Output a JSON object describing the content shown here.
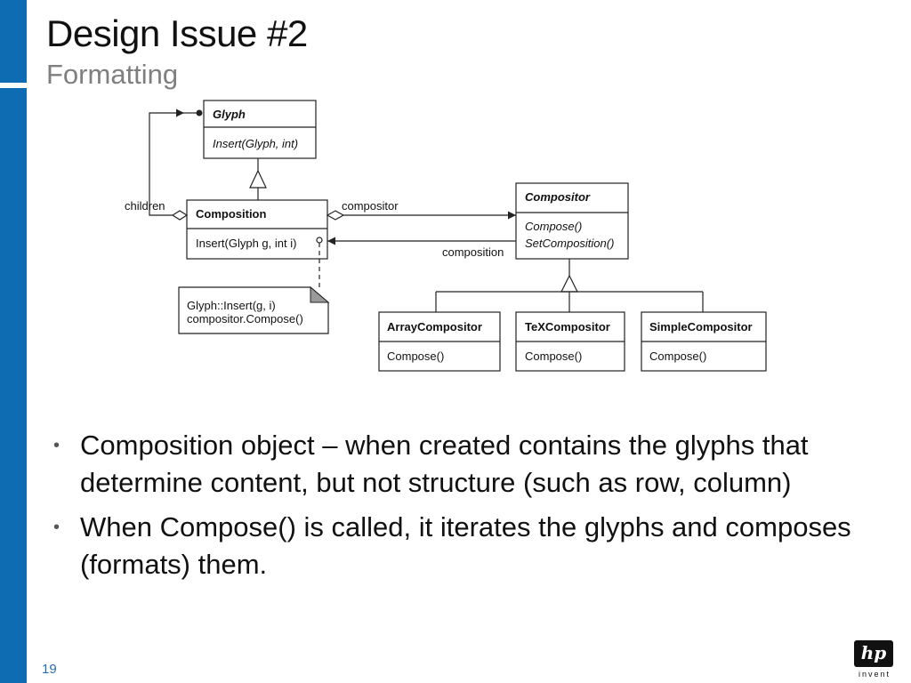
{
  "slide": {
    "title": "Design Issue #2",
    "subtitle": "Formatting",
    "page_number": "19"
  },
  "diagram": {
    "glyph": {
      "name": "Glyph",
      "operation": "Insert(Glyph, int)"
    },
    "composition": {
      "name": "Composition",
      "operation": "Insert(Glyph g, int i)"
    },
    "compositor": {
      "name": "Compositor",
      "operations": [
        "Compose()",
        "SetComposition()"
      ]
    },
    "subclasses": [
      {
        "name": "ArrayCompositor",
        "operation": "Compose()"
      },
      {
        "name": "TeXCompositor",
        "operation": "Compose()"
      },
      {
        "name": "SimpleCompositor",
        "operation": "Compose()"
      }
    ],
    "note": [
      "Glyph::Insert(g, i)",
      "compositor.Compose()"
    ],
    "labels": {
      "children": "children",
      "compositor": "compositor",
      "composition": "composition"
    }
  },
  "bullets": [
    "Composition object – when created contains the glyphs that determine content, but not structure (such as row, column)",
    "When Compose() is called, it iterates the glyphs and composes (formats) them."
  ],
  "logo": {
    "badge": "hp",
    "word": "invent"
  }
}
